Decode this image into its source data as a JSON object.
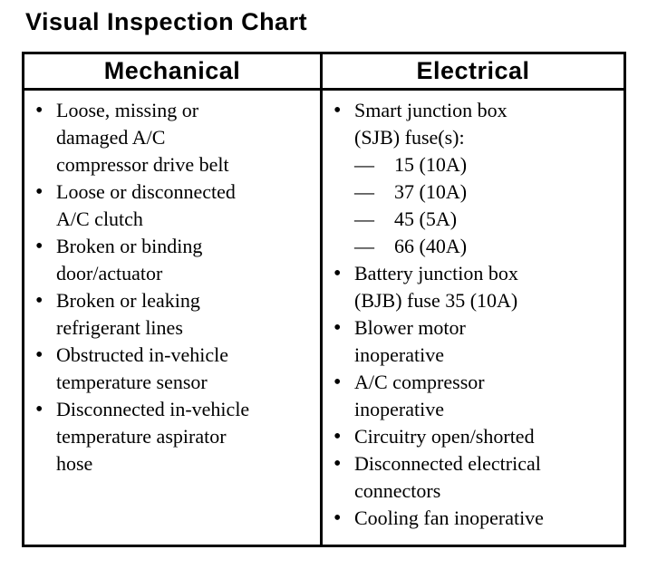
{
  "title": "Visual Inspection Chart",
  "icons": {
    "bullet": "•",
    "dash": "—"
  },
  "colors": {
    "text": "#000000",
    "background": "#ffffff",
    "border": "#000000"
  },
  "table": {
    "columns": [
      {
        "header": "Mechanical",
        "items": [
          {
            "text": "Loose, missing or\ndamaged A/C\ncompressor drive belt"
          },
          {
            "text": "Loose or disconnected\nA/C clutch"
          },
          {
            "text": "Broken or binding\ndoor/actuator"
          },
          {
            "text": "Broken or leaking\nrefrigerant lines"
          },
          {
            "text": "Obstructed in-vehicle\ntemperature sensor"
          },
          {
            "text": "Disconnected in-vehicle\ntemperature aspirator\nhose"
          }
        ]
      },
      {
        "header": "Electrical",
        "items": [
          {
            "text": "Smart junction box\n(SJB) fuse(s):",
            "sub_items": [
              "15 (10A)",
              "37 (10A)",
              "45 (5A)",
              "66 (40A)"
            ]
          },
          {
            "text": "Battery junction box\n(BJB) fuse 35 (10A)"
          },
          {
            "text": "Blower motor\ninoperative"
          },
          {
            "text": "A/C compressor\ninoperative"
          },
          {
            "text": "Circuitry open/shorted"
          },
          {
            "text": "Disconnected electrical\nconnectors"
          },
          {
            "text": "Cooling fan inoperative"
          }
        ]
      }
    ]
  }
}
